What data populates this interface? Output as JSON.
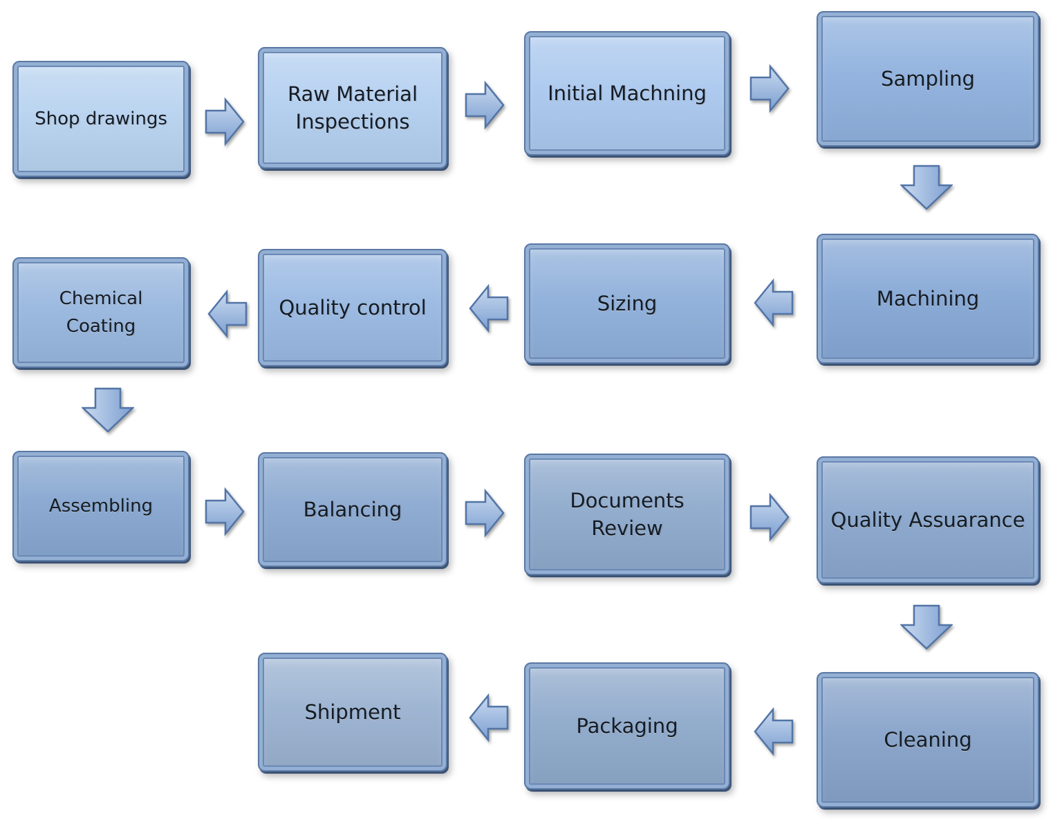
{
  "steps": [
    {
      "id": "shop-drawings",
      "label": "Shop drawings",
      "color": "#b7d2ef"
    },
    {
      "id": "raw-material-inspections",
      "label": "Raw Material Inspections",
      "color": "#b3cff0"
    },
    {
      "id": "initial-machning",
      "label": "Initial Machning",
      "color": "#aac8ee"
    },
    {
      "id": "sampling",
      "label": "Sampling",
      "color": "#8fb1de"
    },
    {
      "id": "machining",
      "label": "Machining",
      "color": "#86a8d6"
    },
    {
      "id": "sizing",
      "label": "Sizing",
      "color": "#8eafda"
    },
    {
      "id": "quality-control",
      "label": "Quality control",
      "color": "#98b8e2"
    },
    {
      "id": "chemical-coating",
      "label": "Chemical Coating",
      "color": "#97b6de"
    },
    {
      "id": "assembling",
      "label": "Assembling",
      "color": "#86a6d0"
    },
    {
      "id": "balancing",
      "label": "Balancing",
      "color": "#8aa8d0"
    },
    {
      "id": "documents-review",
      "label": "Documents Review",
      "color": "#8da9cc"
    },
    {
      "id": "quality-assurance",
      "label": "Quality Assuarance",
      "color": "#89a6cc"
    },
    {
      "id": "cleaning",
      "label": "Cleaning",
      "color": "#86a2c9"
    },
    {
      "id": "packaging",
      "label": "Packaging",
      "color": "#8ea9cb"
    },
    {
      "id": "shipment",
      "label": "Shipment",
      "color": "#9ab2d1"
    }
  ],
  "flow": [
    {
      "from": "shop-drawings",
      "to": "raw-material-inspections",
      "direction": "right"
    },
    {
      "from": "raw-material-inspections",
      "to": "initial-machning",
      "direction": "right"
    },
    {
      "from": "initial-machning",
      "to": "sampling",
      "direction": "right"
    },
    {
      "from": "sampling",
      "to": "machining",
      "direction": "down"
    },
    {
      "from": "machining",
      "to": "sizing",
      "direction": "left"
    },
    {
      "from": "sizing",
      "to": "quality-control",
      "direction": "left"
    },
    {
      "from": "quality-control",
      "to": "chemical-coating",
      "direction": "left"
    },
    {
      "from": "chemical-coating",
      "to": "assembling",
      "direction": "down"
    },
    {
      "from": "assembling",
      "to": "balancing",
      "direction": "right"
    },
    {
      "from": "balancing",
      "to": "documents-review",
      "direction": "right"
    },
    {
      "from": "documents-review",
      "to": "quality-assurance",
      "direction": "right"
    },
    {
      "from": "quality-assurance",
      "to": "cleaning",
      "direction": "down"
    },
    {
      "from": "cleaning",
      "to": "packaging",
      "direction": "left"
    },
    {
      "from": "packaging",
      "to": "shipment",
      "direction": "left"
    }
  ],
  "colors": {
    "arrow_fill_dark": "#7d9fd0",
    "arrow_fill_light": "#c9daf0",
    "arrow_stroke": "#5274a6",
    "text": "#141c26"
  }
}
